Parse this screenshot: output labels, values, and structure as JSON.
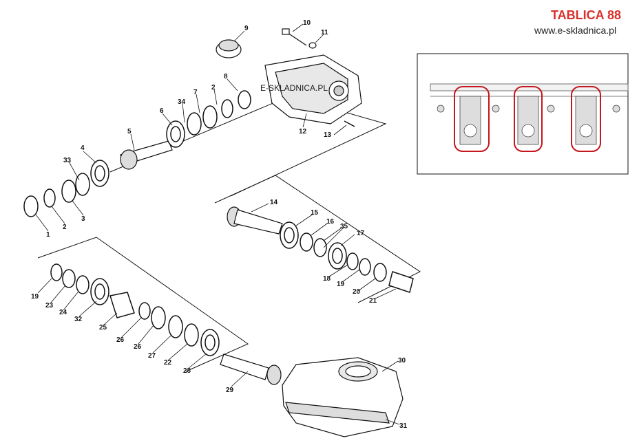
{
  "header": {
    "title": "TABLICA 88",
    "url": "www.e-skladnica.pl"
  },
  "watermark": "E-SKLADNICA.PL",
  "callouts": [
    "1",
    "2",
    "3",
    "4",
    "5",
    "6",
    "7",
    "8",
    "9",
    "10",
    "11",
    "12",
    "13",
    "14",
    "15",
    "16",
    "17",
    "18",
    "19",
    "20",
    "21",
    "22",
    "23",
    "24",
    "25",
    "26",
    "27",
    "28",
    "29",
    "30",
    "31",
    "32",
    "33",
    "34",
    "35"
  ],
  "colors": {
    "accent": "#d9302c",
    "line": "#111111"
  }
}
